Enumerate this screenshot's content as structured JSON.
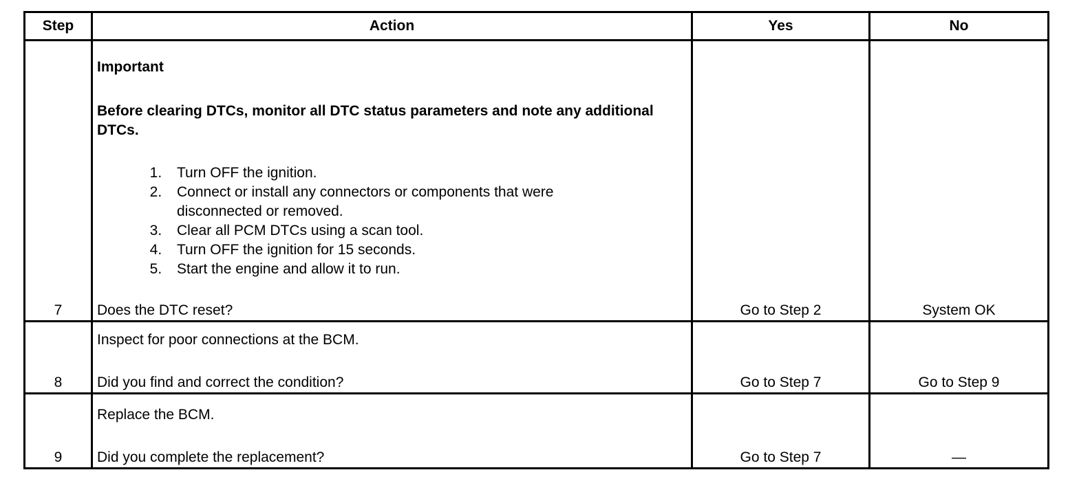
{
  "table": {
    "headers": {
      "step": "Step",
      "action": "Action",
      "yes": "Yes",
      "no": "No"
    },
    "rows": [
      {
        "step": "7",
        "important_title": "Important",
        "important_text": "Before clearing DTCs, monitor all DTC status parameters and note any additional DTCs.",
        "steps": [
          "Turn OFF the ignition.",
          "Connect or install any connectors or components that were disconnected or removed.",
          "Clear all PCM DTCs using a scan tool.",
          "Turn OFF the ignition for 15 seconds.",
          "Start the engine and allow it to run."
        ],
        "question": "Does the DTC reset?",
        "yes": "Go to Step 2",
        "no": "System OK"
      },
      {
        "step": "8",
        "action": "Inspect for poor connections at the BCM.",
        "question": "Did you find and correct the condition?",
        "yes": "Go to Step 7",
        "no": "Go to Step 9"
      },
      {
        "step": "9",
        "action": "Replace the BCM.",
        "question": "Did you complete the replacement?",
        "yes": "Go to Step 7",
        "no": "—"
      }
    ]
  }
}
